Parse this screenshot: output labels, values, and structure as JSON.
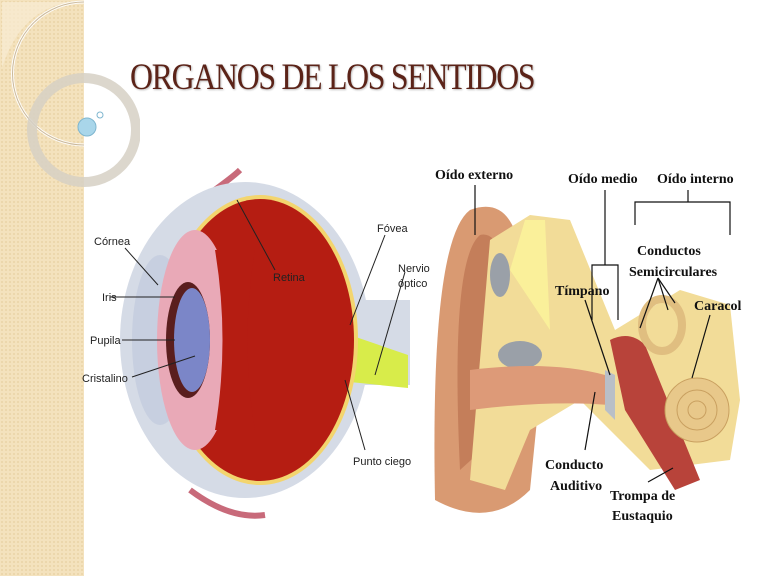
{
  "slide": {
    "title": "ORGANOS DE LOS SENTIDOS"
  },
  "eye": {
    "labels": {
      "cornea": "Córnea",
      "iris": "Iris",
      "pupila": "Pupila",
      "cristalino": "Cristalino",
      "retina": "Retina",
      "fovea": "Fóvea",
      "nervio_1": "Nervio",
      "nervio_2": "óptico",
      "punto_ciego": "Punto ciego"
    }
  },
  "ear": {
    "labels": {
      "oido_externo": "Oído externo",
      "oido_medio": "Oído medio",
      "oido_interno": "Oído interno",
      "conductos_1": "Conductos",
      "conductos_2": "Semicirculares",
      "timpano": "Tímpano",
      "caracol": "Caracol",
      "conducto_1": "Conducto",
      "conducto_2": "Auditivo",
      "trompa_1": "Trompa de",
      "trompa_2": "Eustaquio"
    }
  },
  "colors": {
    "title": "#5b2318",
    "sidebar": "#f4e2bd"
  }
}
